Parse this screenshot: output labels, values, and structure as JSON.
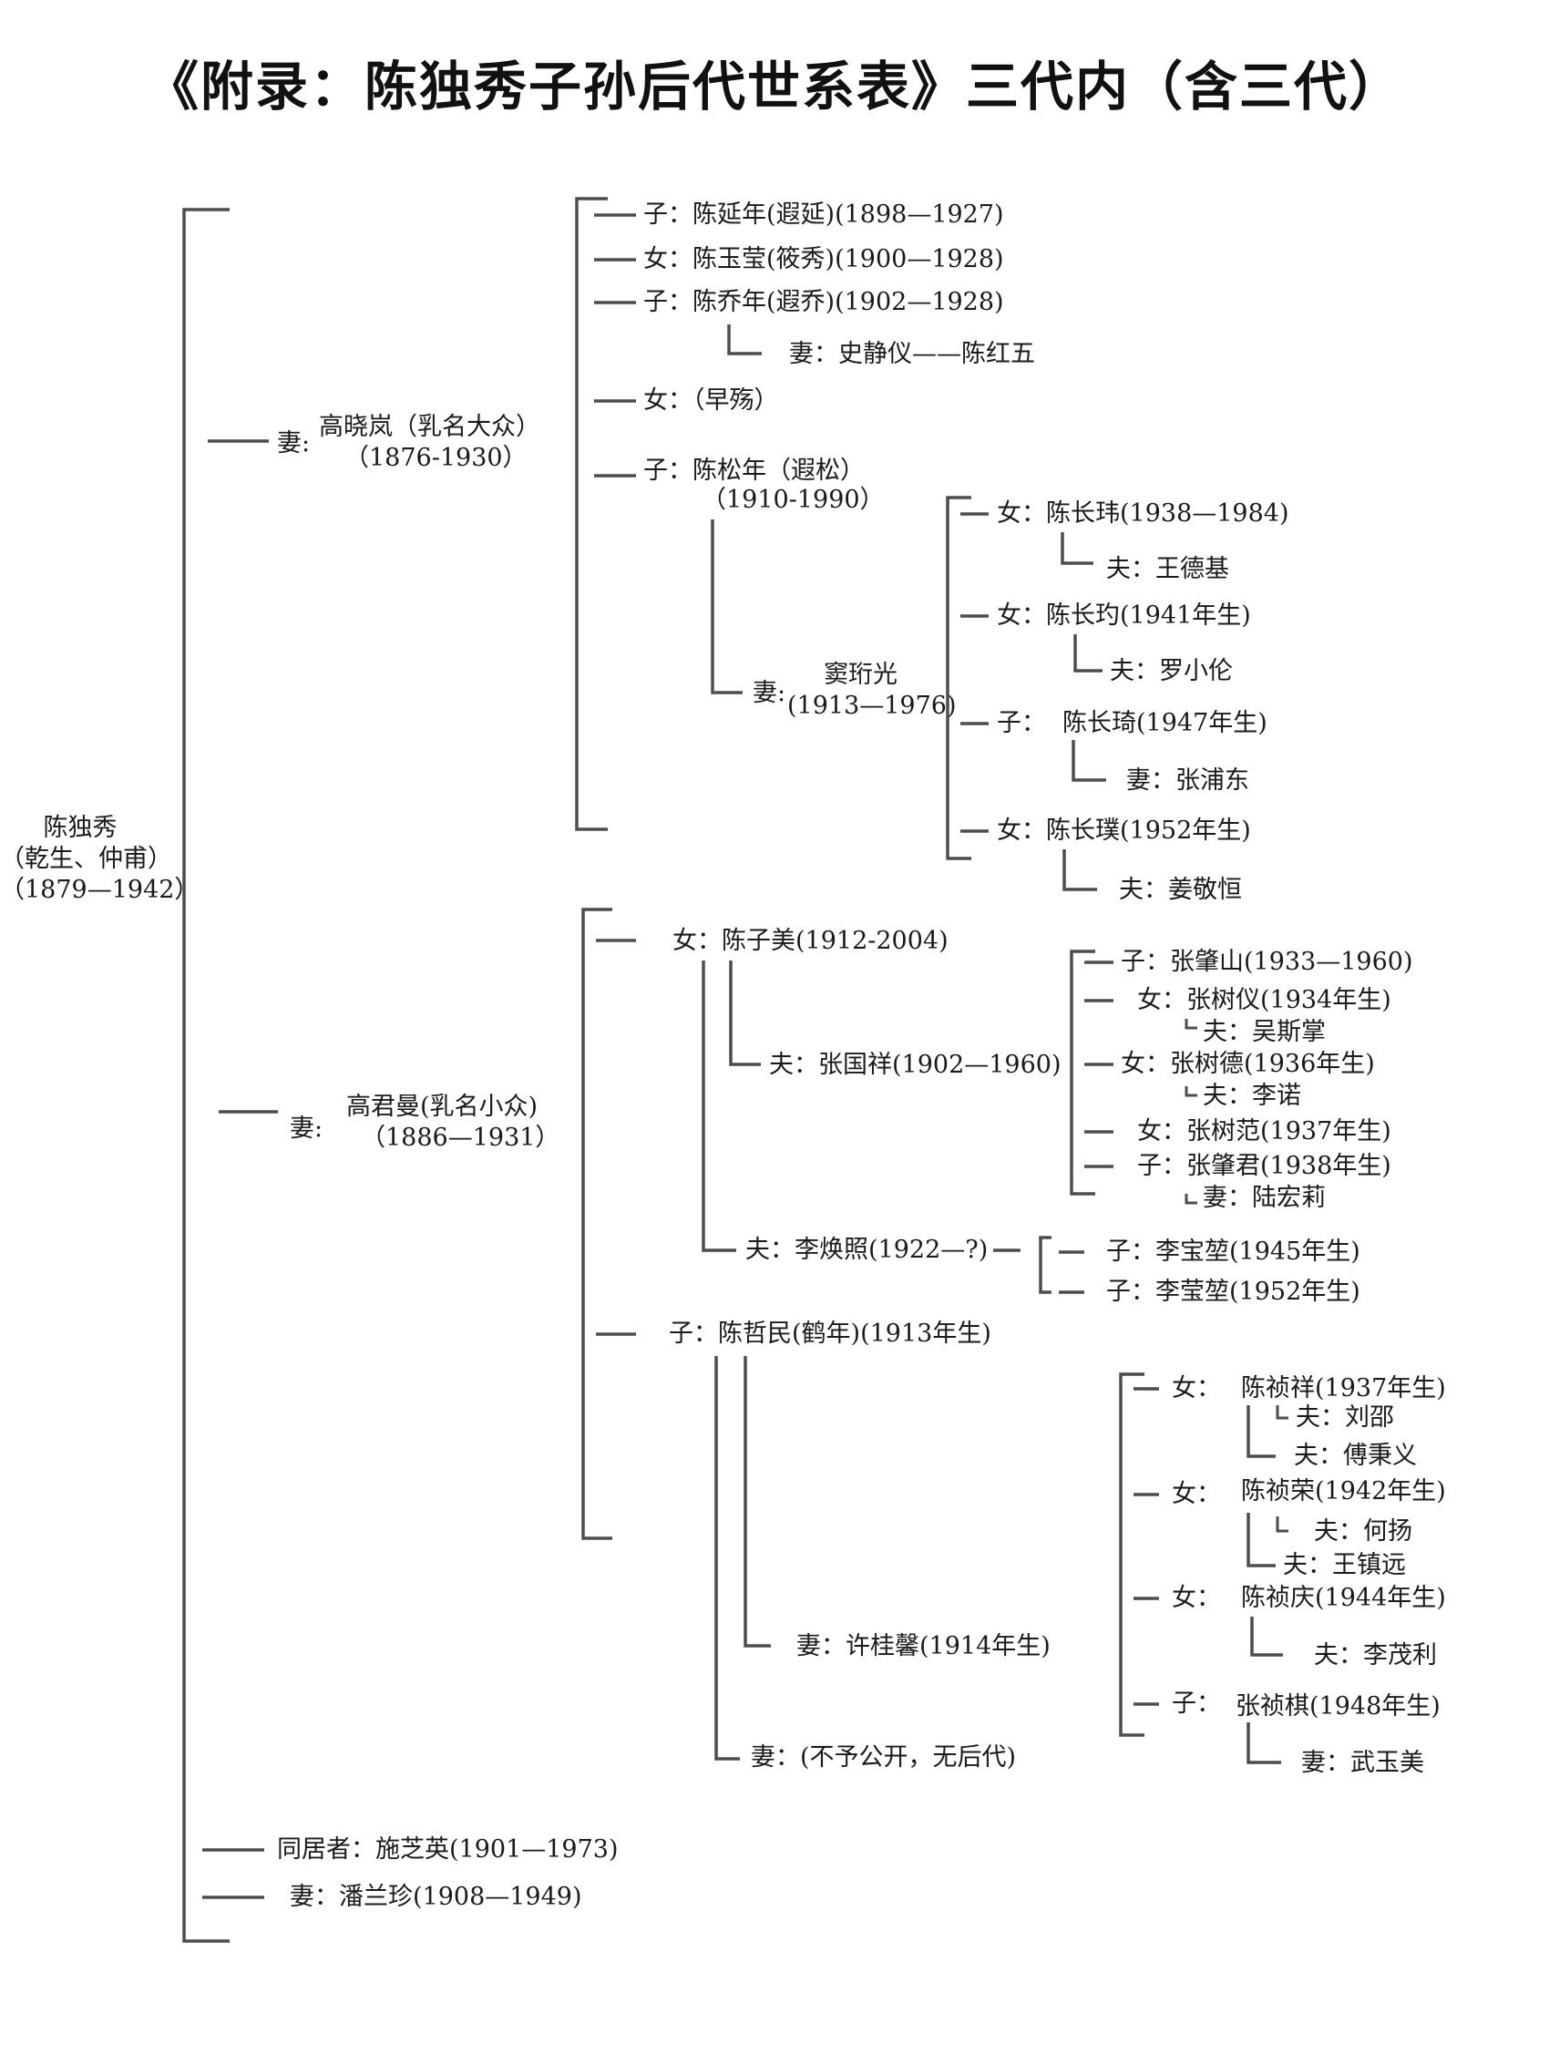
{
  "title": "《附录：陈独秀子孙后代世系表》三代内（含三代）",
  "root": {
    "name": "陈独秀",
    "alias": "（乾生、仲甫）",
    "years": "（1879—1942）"
  },
  "wife1": {
    "label": "妻:",
    "name": "高晓岚（乳名大众）",
    "years": "（1876-1930）",
    "children": [
      {
        "text": "子：陈延年(遐延)(1898—1927)"
      },
      {
        "text": "女：陈玉莹(筱秀)(1900—1928)"
      },
      {
        "text": "子：陈乔年(遐乔)(1902—1928)",
        "spouse": "妻：史静仪——陈红五"
      },
      {
        "text": "女：（早殇）"
      },
      {
        "text": "子：陈松年（遐松）",
        "years": "（1910-1990）",
        "spouse_label": "妻:",
        "spouse_name": "窦珩光",
        "spouse_years": "(1913—1976)",
        "children": [
          {
            "text": "女：陈长玮(1938—1984)",
            "spouse": "夫：王德基"
          },
          {
            "text": "女：陈长玓(1941年生)",
            "spouse": "夫：罗小伦"
          },
          {
            "label": "子：",
            "name": "陈长琦(1947年生)",
            "spouse": "妻：张浦东"
          },
          {
            "text": "女：陈长璞(1952年生)",
            "spouse": "夫：姜敬恒"
          }
        ]
      }
    ]
  },
  "wife2": {
    "label": "妻:",
    "name": "高君曼(乳名小众)",
    "years": "（1886—1931）",
    "daughter": {
      "text": "女：陈子美(1912-2004)",
      "husband1": "夫：张国祥(1902—1960)",
      "husband1_children": [
        {
          "text": "子：张肇山(1933—1960)"
        },
        {
          "text": "女：张树仪(1934年生)",
          "spouse": "夫：吴斯掌"
        },
        {
          "text": "女：张树德(1936年生)",
          "spouse": "夫：李诺"
        },
        {
          "text": "女：张树范(1937年生)"
        },
        {
          "text": "子：张肇君(1938年生)",
          "spouse": "妻：陆宏莉"
        }
      ],
      "husband2": "夫：李焕照(1922—?)",
      "husband2_children": [
        {
          "text": "子：李宝堃(1945年生)"
        },
        {
          "text": "子：李莹堃(1952年生)"
        }
      ]
    },
    "son": {
      "text": "子：陈哲民(鹤年)(1913年生)",
      "wife1": "妻：许桂馨(1914年生)",
      "wife2": "妻：(不予公开，无后代)",
      "children": [
        {
          "label": "女：",
          "name": "陈祯祥(1937年生)",
          "spouses": [
            "夫：刘邵",
            "夫：傅秉义"
          ]
        },
        {
          "label": "女：",
          "name": "陈祯荣(1942年生)",
          "spouses": [
            "夫：何扬",
            "夫：王镇远"
          ]
        },
        {
          "label": "女：",
          "name": "陈祯庆(1944年生)",
          "spouses": [
            "夫：李茂利"
          ]
        },
        {
          "label": "子：",
          "name": "张祯棋(1948年生)",
          "spouses": [
            "妻：武玉美"
          ]
        }
      ]
    }
  },
  "partner": "同居者：施芝英(1901—1973)",
  "wife4": "妻：潘兰珍(1908—1949)"
}
